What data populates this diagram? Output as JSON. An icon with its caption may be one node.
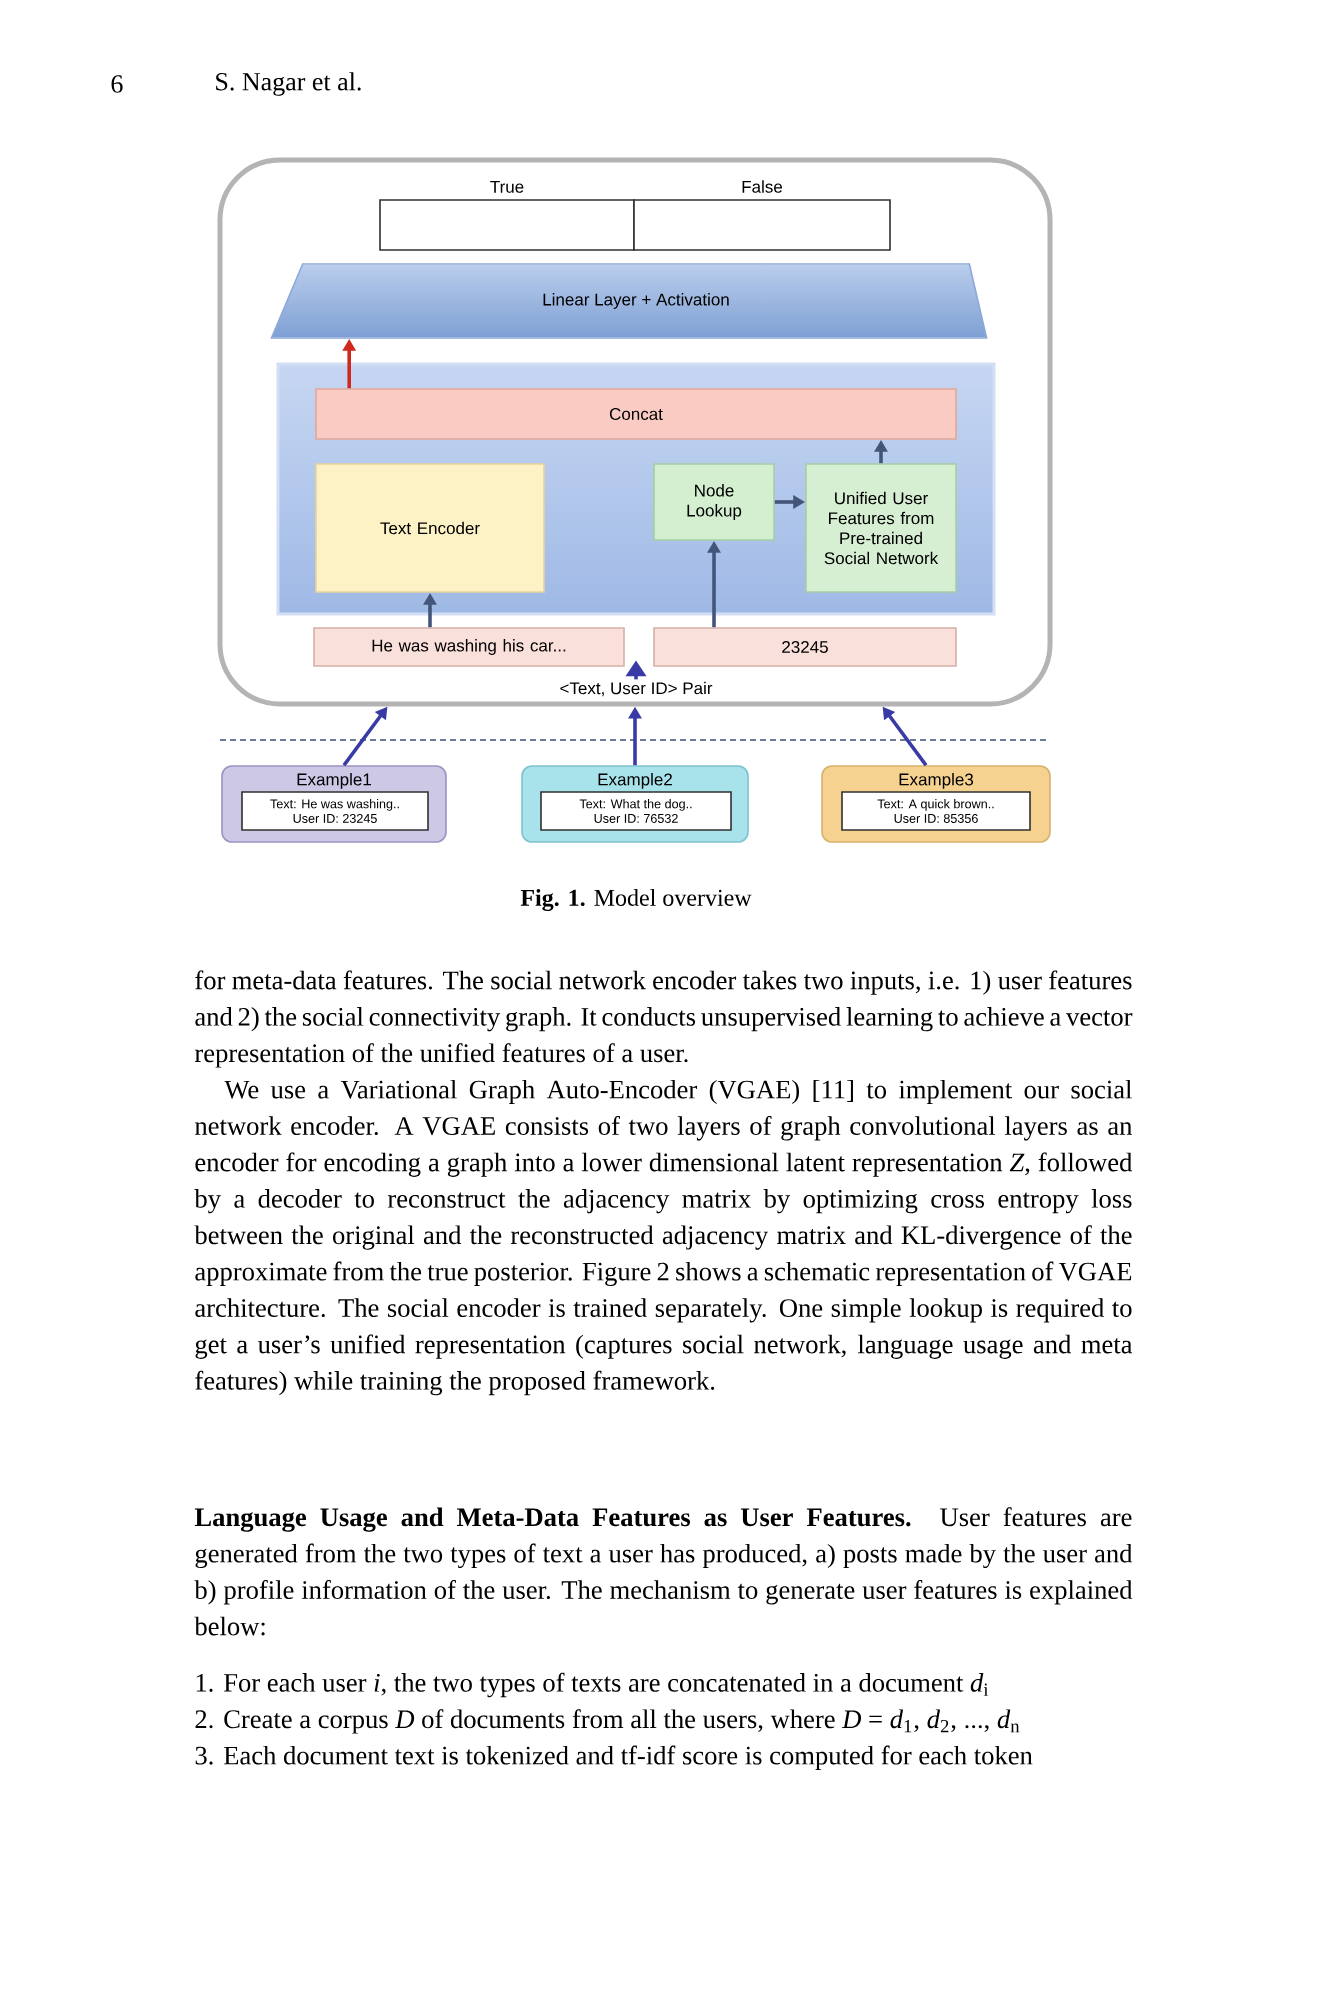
{
  "diagram": {
    "caption": "**Fig. 1.** Model overview",
    "nodes": [
      {
        "text": [],
        "shape": "box"
      },
      {
        "text": [
          "True"
        ],
        "in": 0
      },
      {
        "text": [
          "False"
        ],
        "in": 0
      },
      {
        "text": [
          "Linear Layer + Activation"
        ],
        "in": 0
      },
      {
        "text": [],
        "shape": "box",
        "in": 0
      },
      {
        "text": [
          "Concat"
        ],
        "in": 4
      },
      {
        "text": [
          "Text Encoder"
        ],
        "in": 4
      },
      {
        "text": [
          "Node Lookup"
        ],
        "in": 4
      },
      {
        "text": [
          "Unified User Features from Pre-trained Social Network"
        ],
        "in": 4
      },
      {
        "text": [
          "He was washing his car..."
        ],
        "in": 0
      },
      {
        "text": [
          "23245"
        ],
        "in": 0
      },
      {
        "text": [
          "<Text, User ID> Pair"
        ],
        "in": 0
      },
      {
        "text": [
          "Example1"
        ]
      },
      {
        "text": [
          "Text: He was washing..",
          "User ID: 23245"
        ],
        "in": 12
      },
      {
        "text": [
          "Example2"
        ]
      },
      {
        "text": [
          "Text: What the dog..",
          "User ID: 76532"
        ],
        "in": 14
      },
      {
        "text": [
          "Example3"
        ]
      },
      {
        "text": [
          "Text: A quick brown..",
          "User ID: 85356"
        ],
        "in": 16
      }
    ],
    "edges": [
      {
        "from": 5,
        "to": 3,
        "arrow": "to",
        "color": "#d0281c"
      },
      {
        "from": 9,
        "to": 6,
        "arrow": "to"
      },
      {
        "from": 10,
        "to": 7,
        "arrow": "to"
      },
      {
        "from": 7,
        "to": 8,
        "arrow": "to"
      },
      {
        "from": 8,
        "to": 5,
        "arrow": "to"
      },
      {
        "from": 12,
        "to": 0,
        "arrow": "to",
        "color": "#3a3aa6"
      },
      {
        "from": 14,
        "to": 0,
        "arrow": "to",
        "color": "#3a3aa6"
      },
      {
        "from": 16,
        "to": 0,
        "arrow": "to",
        "color": "#3a3aa6"
      },
      {
        "from": 11,
        "to": null,
        "arrow": "to",
        "color": "#3a3aa6"
      }
    ],
    "labels": [
      "6",
      "S. Nagar et al.",
      "for meta-data features. The social network encoder takes two inputs, i.e. 1) user features and 2) the social connectivity graph. It conducts unsupervised learning to achieve a vector representation of the unified features of a user.",
      "We use a Variational Graph Auto-Encoder (VGAE) [11] to implement our social network encoder. A VGAE consists of two layers of graph convolutional layers as an encoder for encoding a graph into a lower dimensional latent representation *Z*, followed by a decoder to reconstruct the adjacency matrix by optimizing cross entropy loss between the original and the reconstructed adjacency matrix and KL-divergence of the approximate from the true posterior. Figure 2 shows a schematic representation of VGAE architecture. The social encoder is trained separately. One simple lookup is required to get a user’s unified representation (captures social network, language usage and meta features) while training the proposed framework.",
      "**Language Usage and Meta-Data Features as User Features.** User features are generated from the two types of text a user has produced, a) posts made by the user and b) profile information of the user. The mechanism to generate user features is explained below:",
      "1. For each user *i*, the two types of texts are concatenated in a document *d*$_{i}$",
      "2. Create a corpus *D* of documents from all the users, where *D* = *d*$_{1}$, *d*$_{2}$, ..., *d*$_{n}$",
      "3. Each document text is tokenized and tf-idf score is computed for each token"
    ]
  }
}
